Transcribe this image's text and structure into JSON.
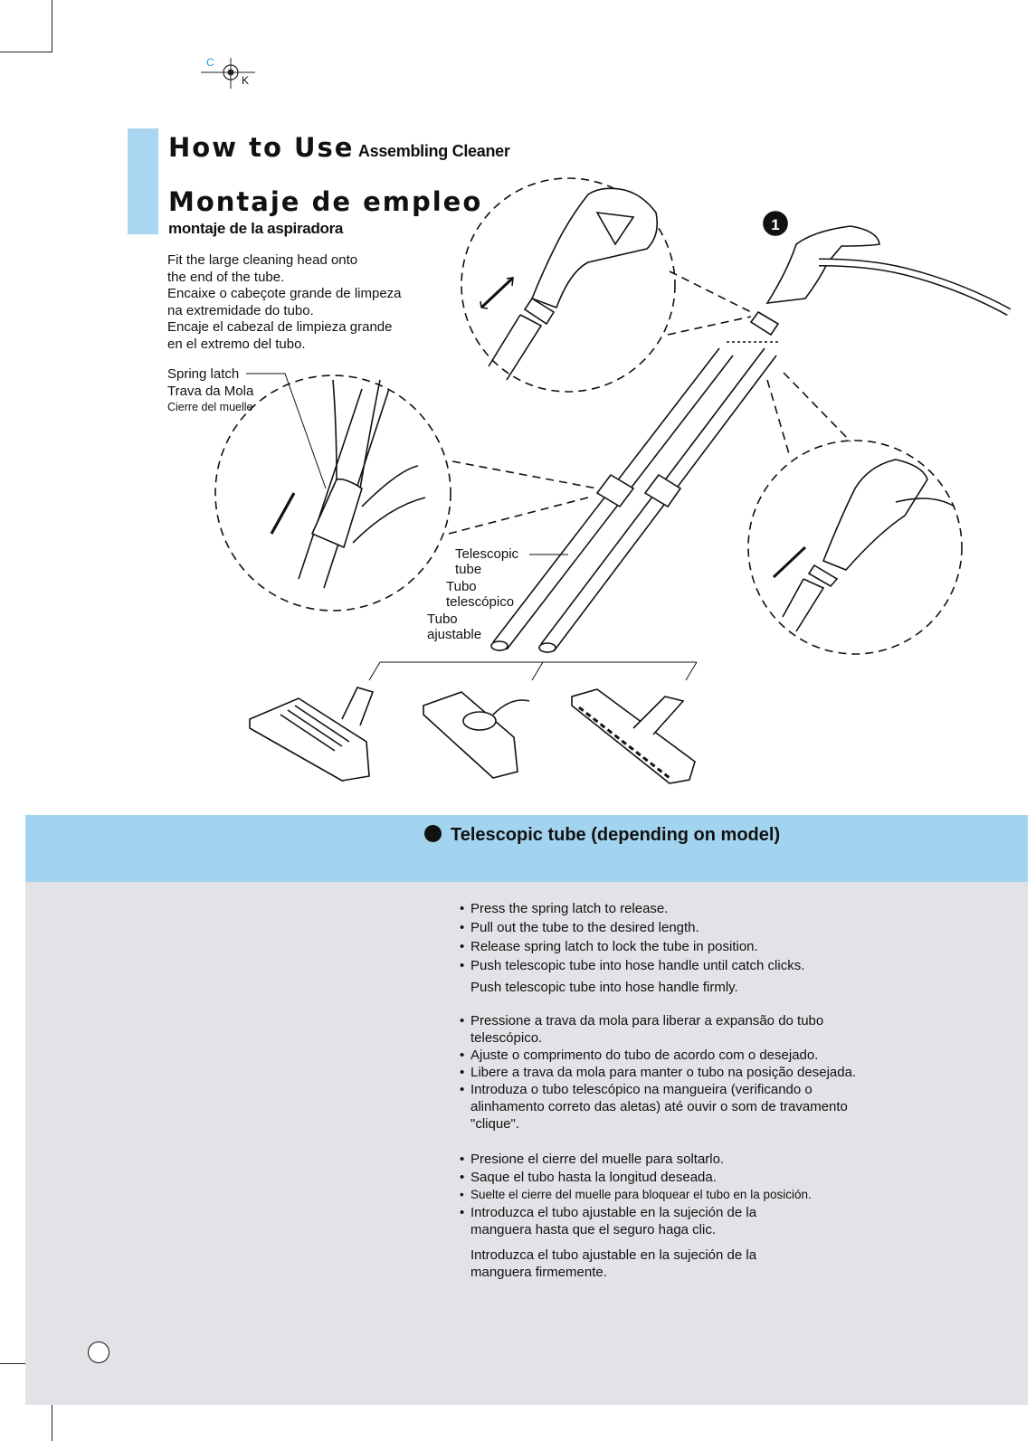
{
  "registration_mark": {
    "c": "C",
    "k": "K"
  },
  "heading": {
    "title_en": "How to Use",
    "subtitle_en": "Assembling Cleaner",
    "title_es": "Montaje de empleo",
    "subtitle_es": "montaje de la aspiradora"
  },
  "intro": {
    "lines": [
      "Fit the large cleaning head onto",
      "the end of the tube.",
      "Encaixe o cabeçote grande de limpeza",
      "na extremidade do tubo.",
      "Encaje el cabezal de limpieza grande",
      "en el extremo del tubo."
    ]
  },
  "labels": {
    "spring_latch": [
      "Spring latch",
      "Trava da Mola",
      "Cierre del muelle"
    ],
    "telescopic_tube": [
      "Telescopic",
      "tube",
      "Tubo",
      "telescópico",
      "Tubo",
      "ajustable"
    ],
    "step_number": "1"
  },
  "section": {
    "title": "Telescopic tube",
    "suffix": "(depending on model)"
  },
  "instructions": {
    "english": [
      "Press the spring latch to  release.",
      "Pull out the tube to the desired length.",
      "Release spring latch to lock the tube in position.",
      "Push telescopic tube into hose handle until catch clicks."
    ],
    "english_note": "Push telescopic tube into hose  handle firmly.",
    "portuguese": [
      "Pressione a trava da mola para liberar a expansão do tubo telescópico.",
      "Ajuste o comprimento do tubo de acordo com o desejado.",
      "Libere a trava da mola para manter o tubo na posição desejada.",
      "Introduza o tubo telescópico na mangueira (verificando o alinhamento correto das aletas)  até ouvir o som de travamento \"clique\"."
    ],
    "spanish": [
      "Presione el cierre del muelle para soltarlo.",
      "Saque el tubo hasta la longitud deseada.",
      "Suelte el cierre del muelle para bloquear el tubo en la posición.",
      "Introduzca el tubo ajustable en la sujeción de la manguera hasta que el seguro haga clic."
    ],
    "spanish_note": "Introduzca el tubo ajustable en la sujeción de la manguera firmemente.",
    "bullet": "•"
  },
  "colors": {
    "sidebar_accent": "#a9d6f0",
    "section_band": "#a3d4ef",
    "panel_background": "#e2e3e6",
    "registration_cyan": "#1aa0e0"
  }
}
